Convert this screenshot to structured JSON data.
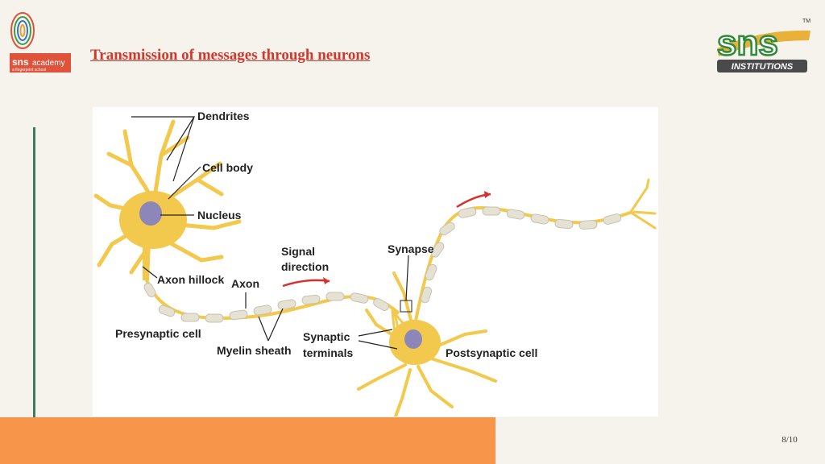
{
  "slide": {
    "title": "Transmission of messages through neurons",
    "page": "8/10"
  },
  "logos": {
    "left": {
      "brand": "sns",
      "word": "academy",
      "tagline": "a fingerprint school"
    },
    "right": {
      "brand": "sns",
      "word": "INSTITUTIONS",
      "mark": "TM"
    }
  },
  "diagram": {
    "labels": {
      "dendrites": "Dendrites",
      "cell_body": "Cell body",
      "nucleus": "Nucleus",
      "axon_hillock": "Axon hillock",
      "axon": "Axon",
      "presynaptic_cell": "Presynaptic cell",
      "myelin_sheath": "Myelin sheath",
      "signal_direction_1": "Signal",
      "signal_direction_2": "direction",
      "synapse": "Synapse",
      "synaptic_terminals_1": "Synaptic",
      "synaptic_terminals_2": "terminals",
      "postsynaptic_cell": "Postsynaptic cell"
    }
  },
  "colors": {
    "title": "#d3362a",
    "accent_bar": "#f7964a",
    "vertical_line": "#3f7a5c",
    "neuron": "#f2c94c",
    "nucleus": "#8d86b8",
    "myelin": "#e6e2d3",
    "arrow": "#d8302b"
  }
}
